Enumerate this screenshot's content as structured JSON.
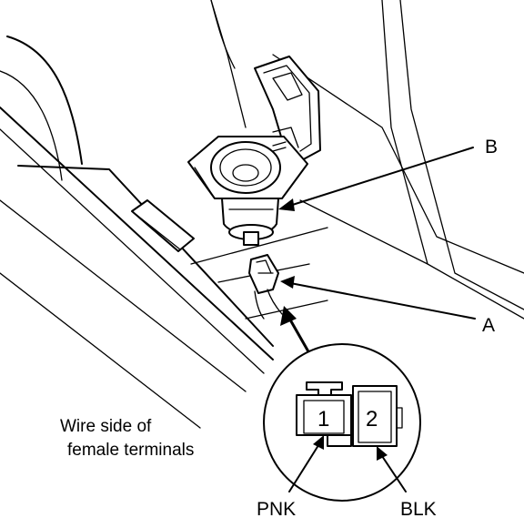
{
  "callouts": {
    "b": "B",
    "a": "A"
  },
  "connector": {
    "caption_line1": "Wire side of",
    "caption_line2": "female terminals",
    "terminal_1": "1",
    "terminal_2": "2",
    "wire_1": "PNK",
    "wire_2": "BLK"
  }
}
